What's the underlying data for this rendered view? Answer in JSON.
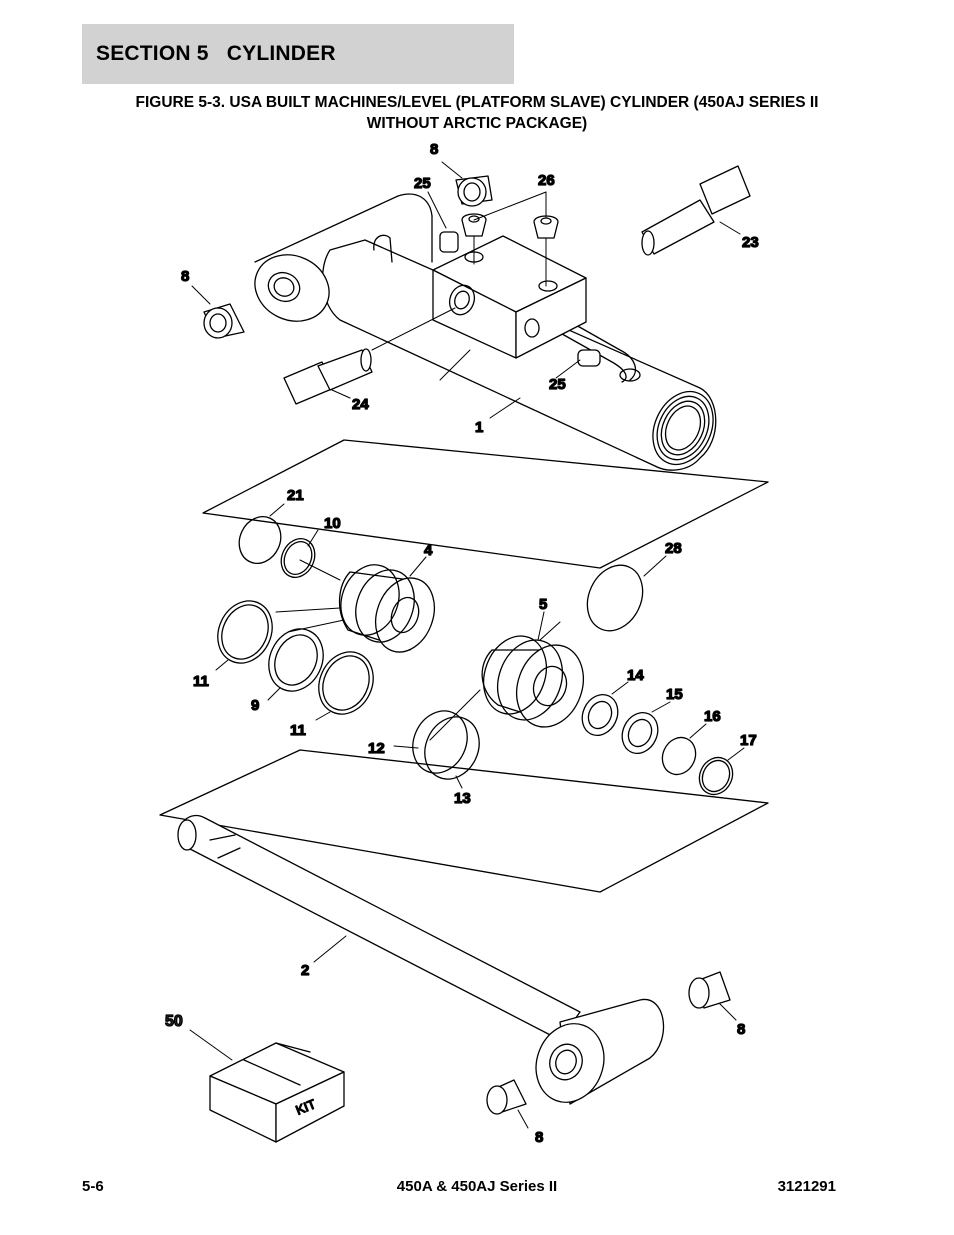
{
  "header": {
    "section_title": "SECTION 5   CYLINDER",
    "figure_title_line1": "FIGURE 5-3.  USA BUILT MACHINES/LEVEL (PLATFORM SLAVE) CYLINDER (450AJ SERIES II",
    "figure_title_line2": "WITHOUT ARCTIC PACKAGE)"
  },
  "diagram": {
    "kit_label": "KIT",
    "callouts": [
      {
        "id": "c8a",
        "label": "8"
      },
      {
        "id": "c25a",
        "label": "25"
      },
      {
        "id": "c26",
        "label": "26"
      },
      {
        "id": "c23",
        "label": "23"
      },
      {
        "id": "c8b",
        "label": "8"
      },
      {
        "id": "c24",
        "label": "24"
      },
      {
        "id": "c25b",
        "label": "25"
      },
      {
        "id": "c1",
        "label": "1"
      },
      {
        "id": "c21",
        "label": "21"
      },
      {
        "id": "c10",
        "label": "10"
      },
      {
        "id": "c4",
        "label": "4"
      },
      {
        "id": "c28",
        "label": "28"
      },
      {
        "id": "c5",
        "label": "5"
      },
      {
        "id": "c11a",
        "label": "11"
      },
      {
        "id": "c9",
        "label": "9"
      },
      {
        "id": "c11b",
        "label": "11"
      },
      {
        "id": "c14",
        "label": "14"
      },
      {
        "id": "c15",
        "label": "15"
      },
      {
        "id": "c16",
        "label": "16"
      },
      {
        "id": "c17",
        "label": "17"
      },
      {
        "id": "c12",
        "label": "12"
      },
      {
        "id": "c13",
        "label": "13"
      },
      {
        "id": "c2",
        "label": "2"
      },
      {
        "id": "c50",
        "label": "50"
      },
      {
        "id": "c8c",
        "label": "8"
      },
      {
        "id": "c8d",
        "label": "8"
      }
    ]
  },
  "footer": {
    "page_number": "5-6",
    "model": "450A & 450AJ Series II",
    "doc_number": "3121291"
  }
}
